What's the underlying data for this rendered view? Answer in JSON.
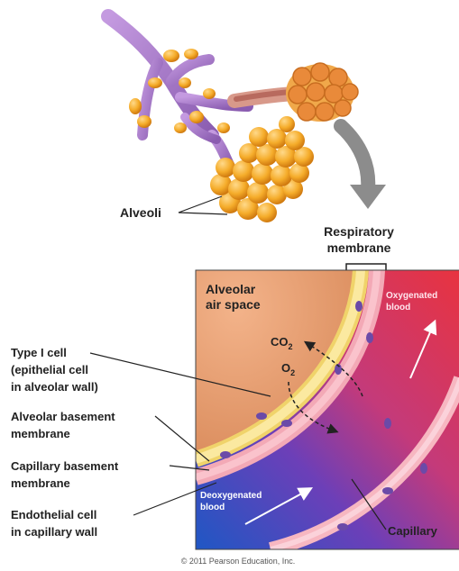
{
  "labels": {
    "alveoli": "Alveoli",
    "respiratory_membrane_line1": "Respiratory",
    "respiratory_membrane_line2": "membrane",
    "alveolar_air_space_line1": "Alveolar",
    "alveolar_air_space_line2": "air space",
    "co2": "CO",
    "co2_sub": "2",
    "o2": "O",
    "o2_sub": "2",
    "oxygenated_line1": "Oxygenated",
    "oxygenated_line2": "blood",
    "deoxygenated_line1": "Deoxygenated",
    "deoxygenated_line2": "blood",
    "capillary": "Capillary",
    "type1_line1": "Type I cell",
    "type1_line2": "(epithelial cell",
    "type1_line3": "in alveolar wall)",
    "alv_basement_line1": "Alveolar basement",
    "alv_basement_line2": "membrane",
    "cap_basement_line1": "Capillary  basement",
    "cap_basement_line2": "membrane",
    "endothelial_line1": "Endothelial cell",
    "endothelial_line2": "in capillary wall"
  },
  "copyright": "© 2011 Pearson Education, Inc.",
  "colors": {
    "bronchiole": "#a77bc8",
    "alveolus": "#f5b12e",
    "air_space": "#e9a37a",
    "epithelium": "#f5de78",
    "oxygenated_blood": "#e23a4a",
    "deoxygenated_blood": "#2b63c9",
    "arrow_gray": "#8c8c8c"
  }
}
